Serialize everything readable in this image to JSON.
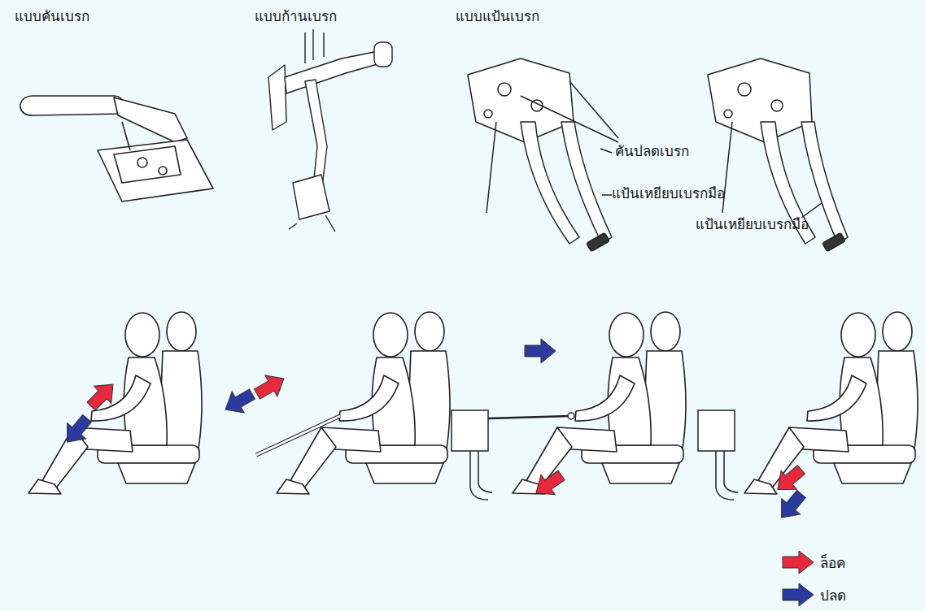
{
  "diagram": {
    "labels": [
      "แบบคันเบรก",
      "แบบก้านเบรก",
      "แบบแป้นเบรก",
      "คันปลดเบรก",
      "แป้นเหยียบเบรกมือ",
      "แป้นเหยียบเบรกมือ"
    ],
    "legend": [
      {
        "text": "ล็อค",
        "color": "#e8283c"
      },
      {
        "text": "ปลด",
        "color": "#2a3a9e"
      }
    ]
  }
}
